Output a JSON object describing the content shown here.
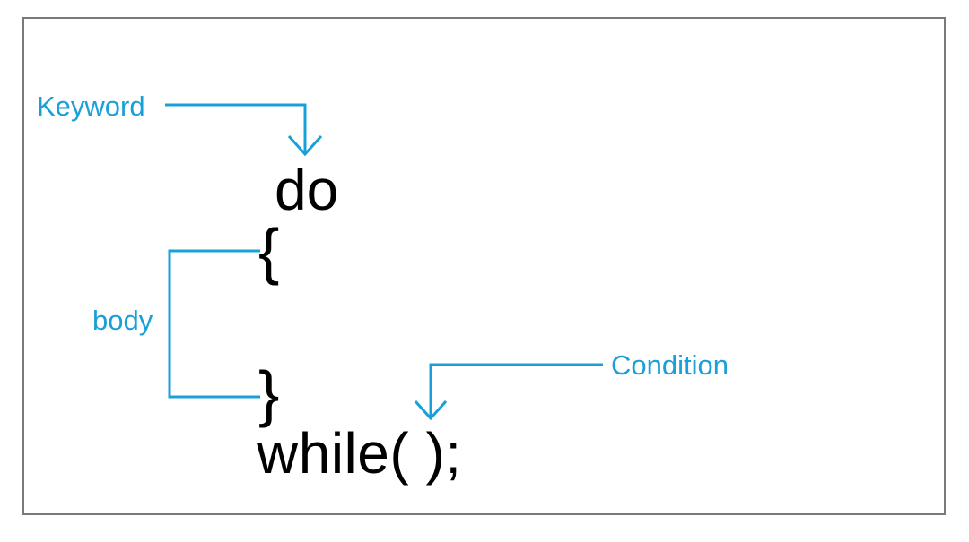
{
  "colors": {
    "accent": "#1aa0d8",
    "code": "#000000",
    "border": "#7a7a7a",
    "background": "#ffffff"
  },
  "labels": {
    "keyword": "Keyword",
    "body": "body",
    "condition": "Condition"
  },
  "code": {
    "keyword": "do",
    "open_brace": "{",
    "close_brace": "}",
    "while_statement": "while( );"
  }
}
